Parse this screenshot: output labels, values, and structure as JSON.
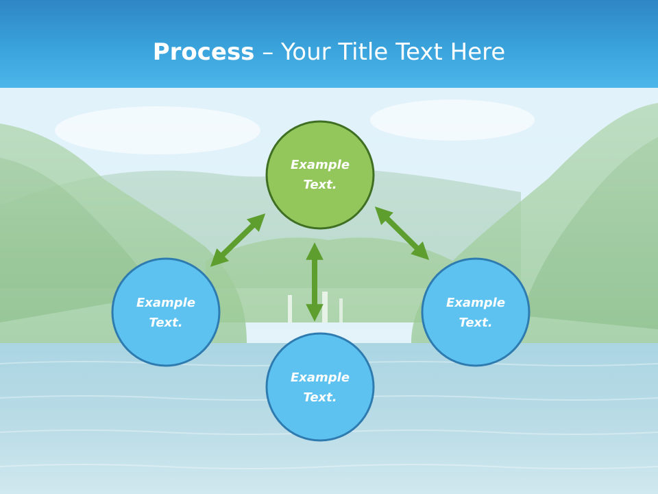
{
  "title": {
    "bold": "Process",
    "rest": " – Your Title Text Here"
  },
  "nodes": [
    {
      "id": "top",
      "line1": "Example",
      "line2": "Text.",
      "color": "#93c75b",
      "stroke": "#3f6f22"
    },
    {
      "id": "left",
      "line1": "Example",
      "line2": "Text.",
      "color": "#5ec2f1",
      "stroke": "#2e7bb0"
    },
    {
      "id": "right",
      "line1": "Example",
      "line2": "Text.",
      "color": "#5ec2f1",
      "stroke": "#2e7bb0"
    },
    {
      "id": "bottom",
      "line1": "Example",
      "line2": "Text.",
      "color": "#5ec2f1",
      "stroke": "#2e7bb0"
    }
  ],
  "arrow_color": "#5d9e2f"
}
